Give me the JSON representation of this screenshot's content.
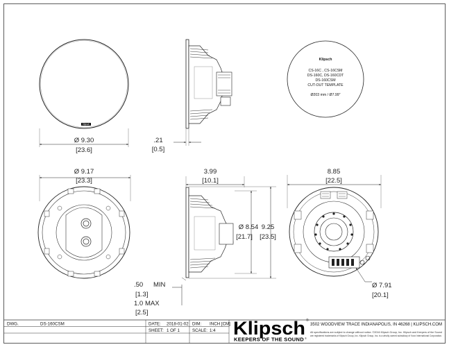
{
  "drawing": {
    "front_view": {
      "dia_in": "Ø 9.30",
      "dia_cm": "[23.6]",
      "logo": "Klipsch"
    },
    "side_view_top": {
      "depth_in": ".21",
      "depth_cm": "[0.5]"
    },
    "template": {
      "logo": "Klipsch",
      "line1": "CS-16C , CS-16CSM",
      "line2": "DS-160C, DS-160CDT",
      "line3": "DS-160CSM",
      "line4": "CUT-OUT TEMPLATE",
      "size": "Ø203 mm / Ø7.99\""
    },
    "rear_front": {
      "dia_in": "Ø 9.17",
      "dia_cm": "[23.3]"
    },
    "side_view_bottom": {
      "depth_in": "3.99",
      "depth_cm": "[10.1]",
      "inner_in": "Ø 8.54",
      "inner_cm": "[21.7]",
      "outer_in": "9.25",
      "outer_cm": "[23.5]"
    },
    "back_view": {
      "width_in": "8.85",
      "width_cm": "[22.5]",
      "cut_in": "Ø 7.91",
      "cut_cm": "[20.1]"
    },
    "wall": {
      "min_in": ".50",
      "min_label": "MIN",
      "min_cm": "[1.3]",
      "max_in": "1.0",
      "max_label": "MAX",
      "max_cm": "[2.5]"
    }
  },
  "titleblock": {
    "dwg_label": "DWG.",
    "dwg_value": "DS-160CSM",
    "date_label": "DATE:",
    "date_value": "2018-01-02",
    "dim_label": "DIM:",
    "dim_value": "INCH [CM]",
    "sheet_label": "SHEET:",
    "sheet_value": "1  OF  1",
    "scale_label": "SCALE:",
    "scale_value": "1:4",
    "brand": "Klipsch",
    "brand_reg": "®",
    "tagline": "KEEPERS OF THE SOUND",
    "tagline_reg": "®",
    "address": "3502 WOODVIEW TRACE INDIANAPOLIS, IN 46268 | KLIPSCH.COM",
    "disclaimer1": "All specifications are subject to change without notice. ©2016 Klipsch Group, Inc. Klipsch and Keepers of the Sound",
    "disclaimer2": "are registered trademarks of Klipsch Group, Inc. Klipsch Group, Inc. is a wholly owned subsidiary of Voxx International Corporation."
  }
}
